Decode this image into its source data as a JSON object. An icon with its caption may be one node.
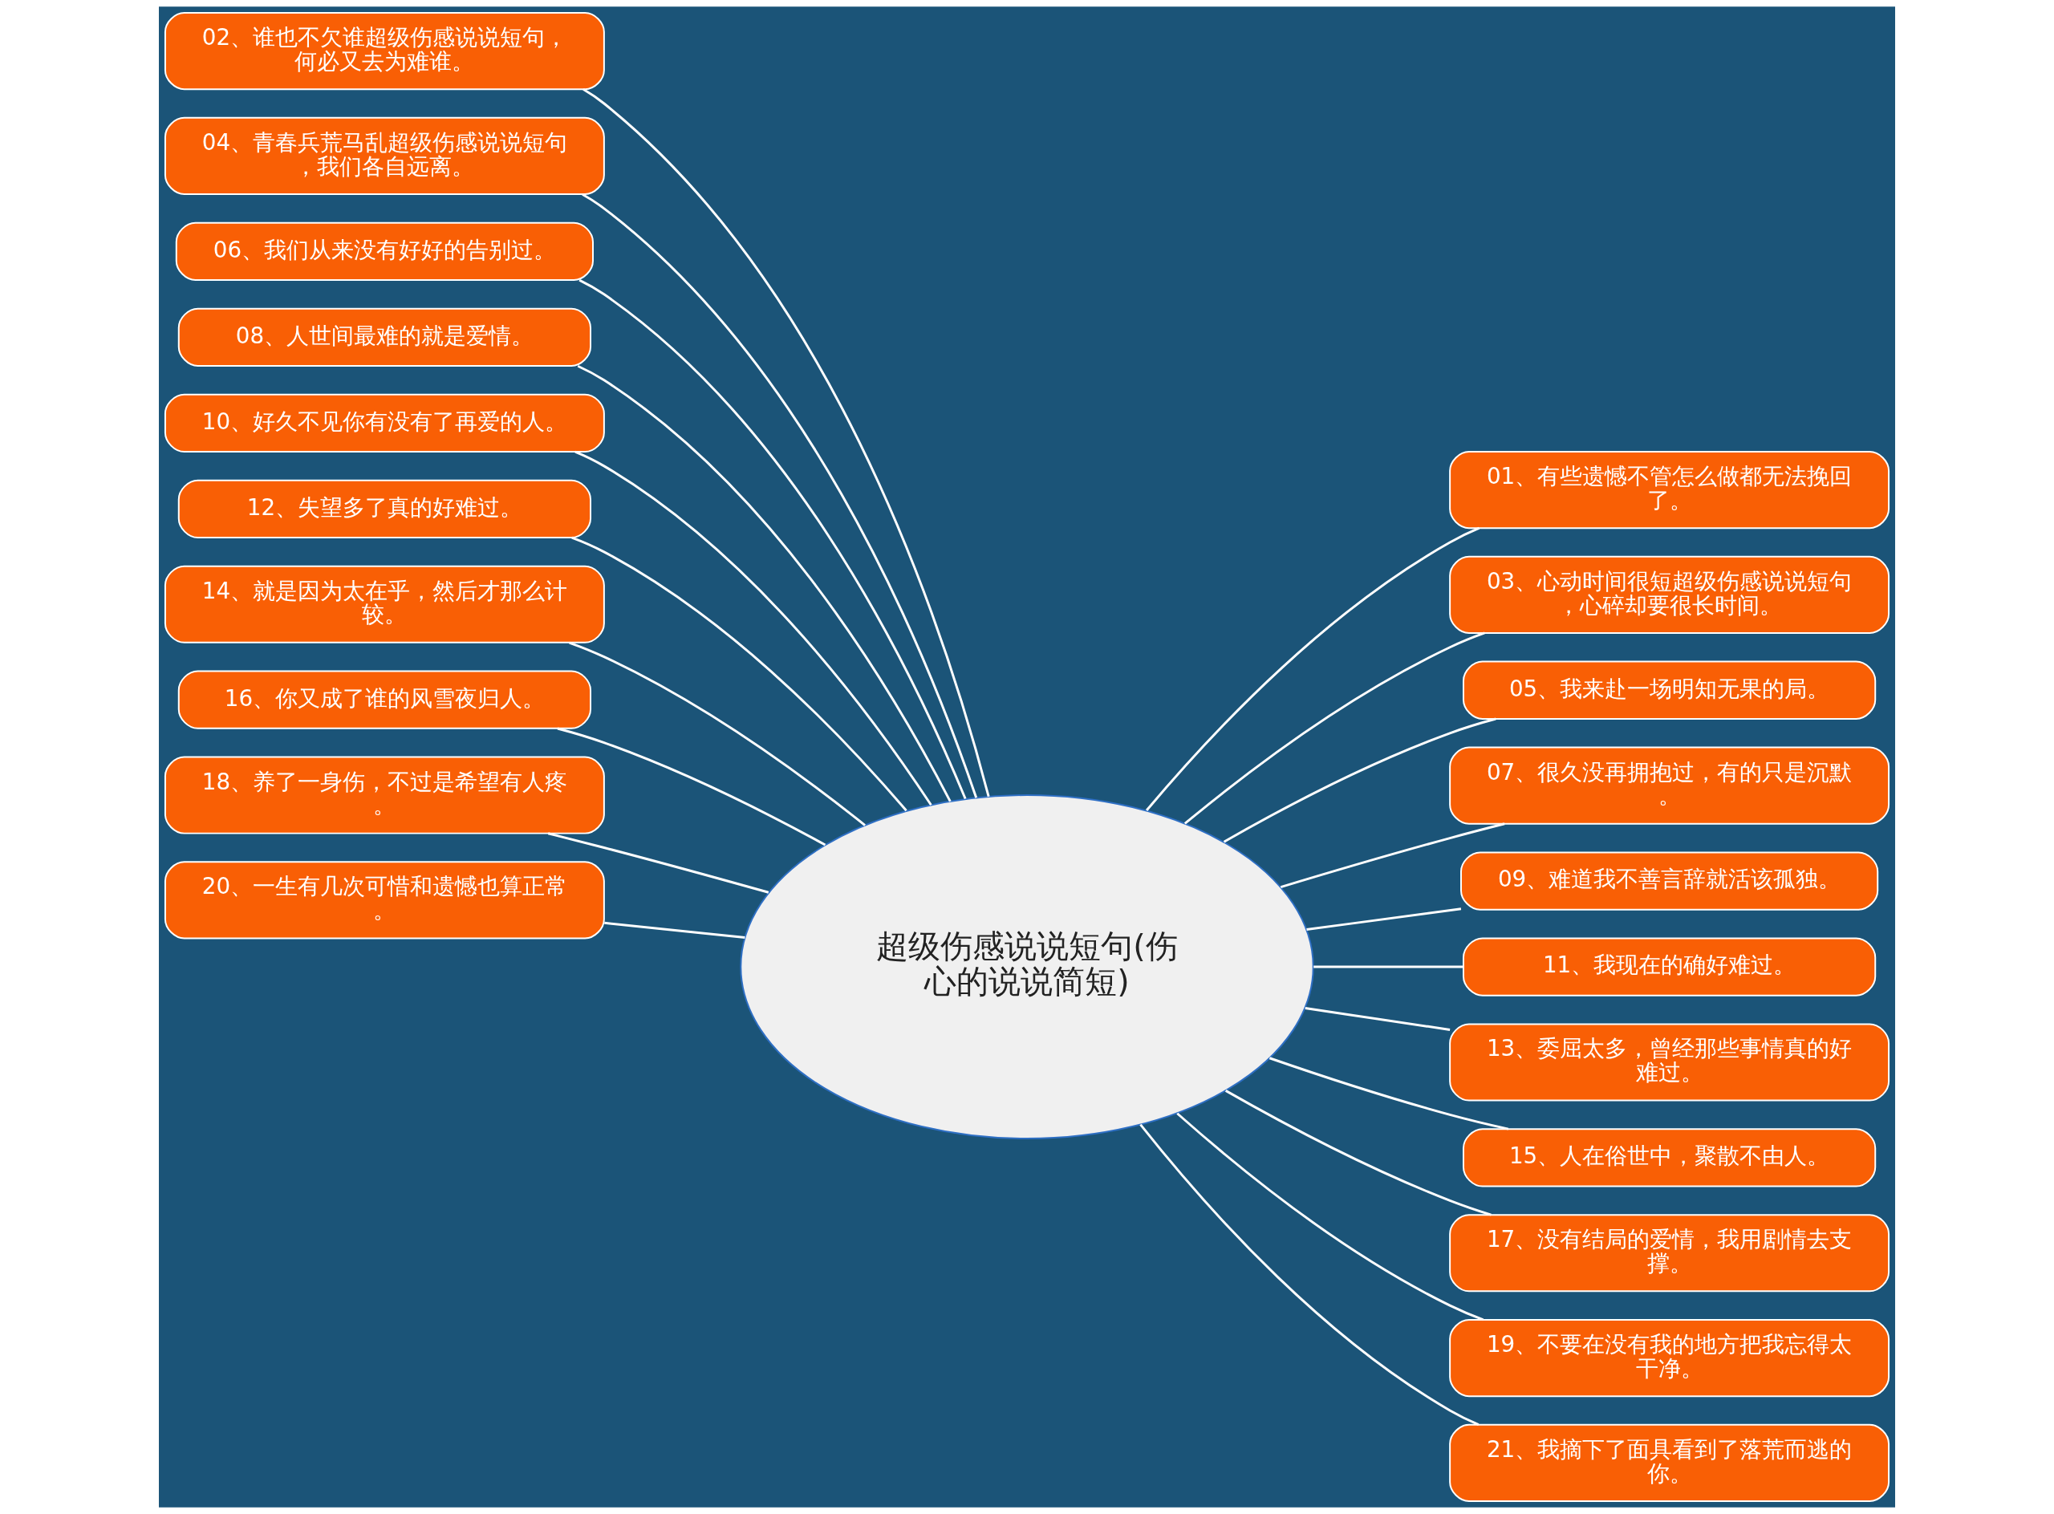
{
  "diagram": {
    "nodes": [
      {
        "text": [
          "超级伤感说说短句(伤心的说说简短)"
        ]
      },
      {
        "text": [
          "01、有些遗憾不管怎么做都无法挽回了。"
        ]
      },
      {
        "text": [
          "02、谁也不欠谁超级伤感说说短句，何必又去为难谁。"
        ]
      },
      {
        "text": [
          "03、心动时间很短超级伤感说说短句，心碎却要很长时间。"
        ]
      },
      {
        "text": [
          "04、青春兵荒马乱超级伤感说说短句，我们各自远离。"
        ]
      },
      {
        "text": [
          "05、我来赴一场明知无果的局。"
        ]
      },
      {
        "text": [
          "06、我们从来没有好好的告别过。"
        ]
      },
      {
        "text": [
          "07、很久没再拥抱过，有的只是沉默。"
        ]
      },
      {
        "text": [
          "08、人世间最难的就是爱情。"
        ]
      },
      {
        "text": [
          "09、难道我不善言辞就活该孤独。"
        ]
      },
      {
        "text": [
          "10、好久不见你有没有了再爱的人。"
        ]
      },
      {
        "text": [
          "11、我现在的确好难过。"
        ]
      },
      {
        "text": [
          "12、失望多了真的好难过。"
        ]
      },
      {
        "text": [
          "13、委屈太多，曾经那些事情真的好难过。"
        ]
      },
      {
        "text": [
          "14、就是因为太在乎，然后才那么计较。"
        ]
      },
      {
        "text": [
          "15、人在俗世中，聚散不由人。"
        ]
      },
      {
        "text": [
          "16、你又成了谁的风雪夜归人。"
        ]
      },
      {
        "text": [
          "17、没有结局的爱情，我用剧情去支撑。"
        ]
      },
      {
        "text": [
          "18、养了一身伤，不过是希望有人疼。"
        ]
      },
      {
        "text": [
          "19、不要在没有我的地方把我忘得太干净。"
        ]
      },
      {
        "text": [
          "20、一生有几次可惜和遗憾也算正常。"
        ]
      },
      {
        "text": [
          "21、我摘下了面具看到了落荒而逃的你。"
        ]
      }
    ],
    "edges": [
      {
        "from": 0,
        "to": 1,
        "arrow": "none"
      },
      {
        "from": 0,
        "to": 2,
        "arrow": "none"
      },
      {
        "from": 0,
        "to": 3,
        "arrow": "none"
      },
      {
        "from": 0,
        "to": 4,
        "arrow": "none"
      },
      {
        "from": 0,
        "to": 5,
        "arrow": "none"
      },
      {
        "from": 0,
        "to": 6,
        "arrow": "none"
      },
      {
        "from": 0,
        "to": 7,
        "arrow": "none"
      },
      {
        "from": 0,
        "to": 8,
        "arrow": "none"
      },
      {
        "from": 0,
        "to": 9,
        "arrow": "none"
      },
      {
        "from": 0,
        "to": 10,
        "arrow": "none"
      },
      {
        "from": 0,
        "to": 11,
        "arrow": "none"
      },
      {
        "from": 0,
        "to": 12,
        "arrow": "none"
      },
      {
        "from": 0,
        "to": 13,
        "arrow": "none"
      },
      {
        "from": 0,
        "to": 14,
        "arrow": "none"
      },
      {
        "from": 0,
        "to": 15,
        "arrow": "none"
      },
      {
        "from": 0,
        "to": 16,
        "arrow": "none"
      },
      {
        "from": 0,
        "to": 17,
        "arrow": "none"
      },
      {
        "from": 0,
        "to": 18,
        "arrow": "none"
      },
      {
        "from": 0,
        "to": 19,
        "arrow": "none"
      },
      {
        "from": 0,
        "to": 20,
        "arrow": "none"
      },
      {
        "from": 0,
        "to": 21,
        "arrow": "none"
      }
    ]
  }
}
